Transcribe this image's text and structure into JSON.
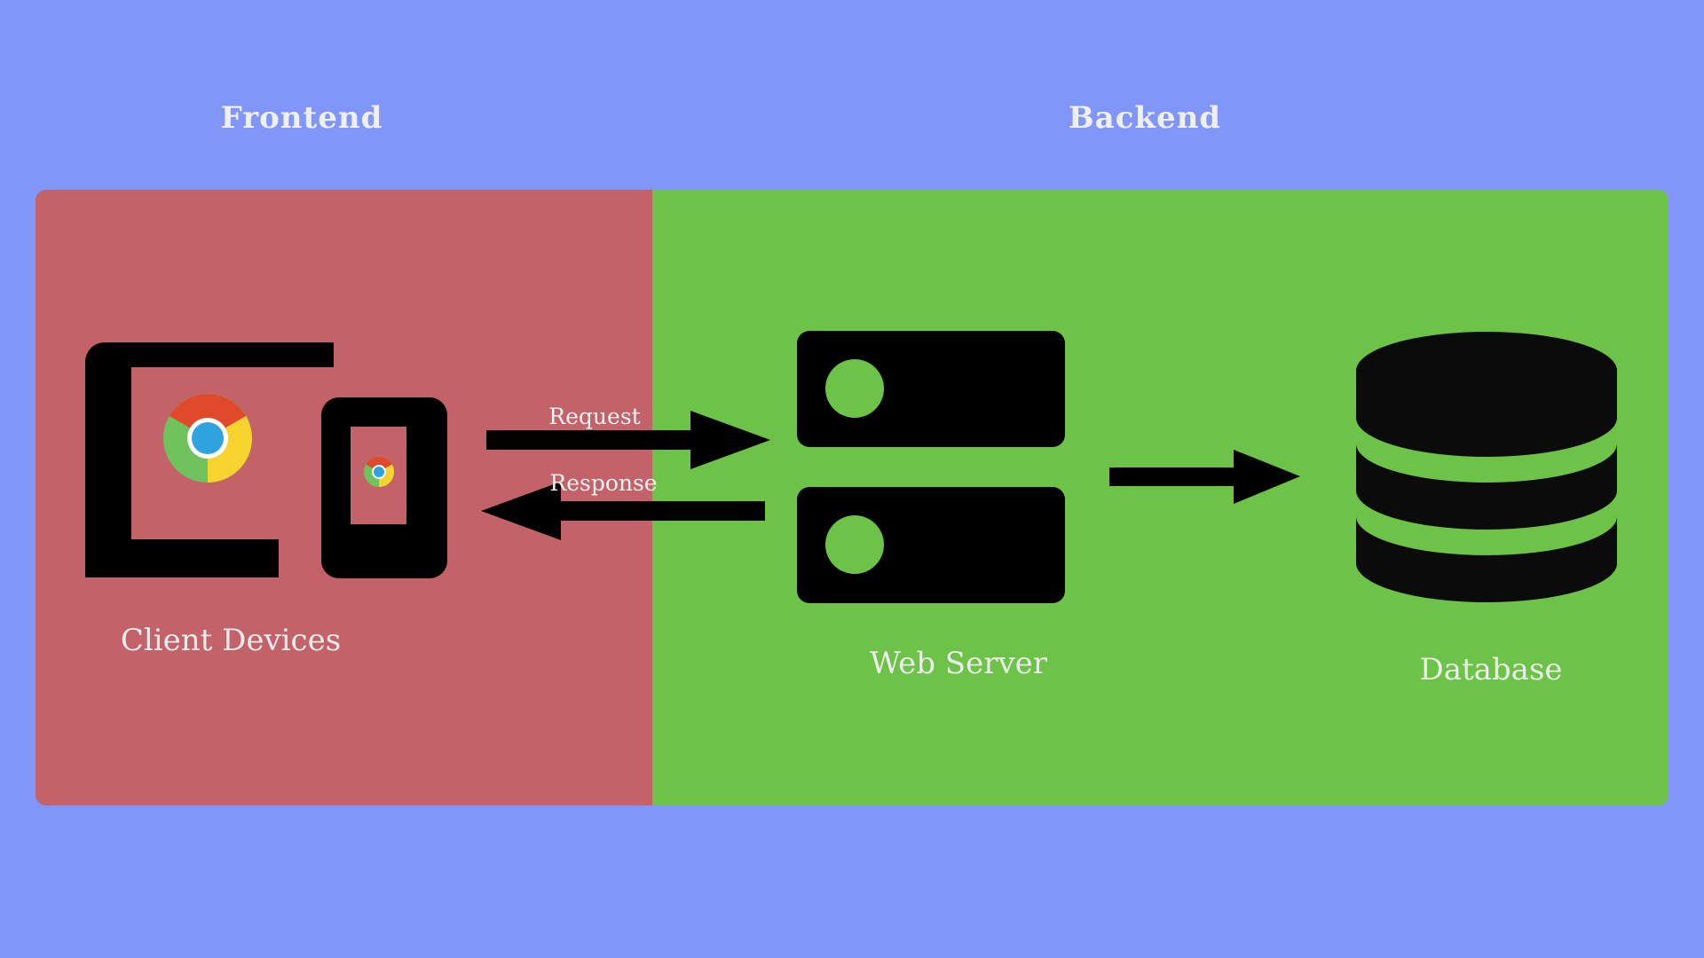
{
  "diagram": {
    "title_frontend": "Frontend",
    "title_backend": "Backend",
    "background_color": "#8096f8",
    "frontend_panel_color": "#c4626a",
    "backend_panel_color": "#6cc347",
    "label_color": "#ececec",
    "icon_color": "#000000"
  },
  "nodes": [
    {
      "id": "client-devices",
      "label": "Client Devices",
      "icons": [
        "laptop-icon",
        "phone-icon",
        "chrome-logo-icon"
      ],
      "zone": "Frontend"
    },
    {
      "id": "web-server",
      "label": "Web Server",
      "icons": [
        "server-rack-icon"
      ],
      "zone": "Backend"
    },
    {
      "id": "database",
      "label": "Database",
      "icons": [
        "database-cylinder-icon"
      ],
      "zone": "Backend"
    }
  ],
  "flows": [
    {
      "id": "request",
      "label": "Request",
      "from": "client-devices",
      "to": "web-server",
      "direction": "right"
    },
    {
      "id": "response",
      "label": "Response",
      "from": "web-server",
      "to": "client-devices",
      "direction": "left"
    },
    {
      "id": "server-to-database",
      "label": "",
      "from": "web-server",
      "to": "database",
      "direction": "right"
    }
  ],
  "chrome_logo": {
    "red": "#e04a2b",
    "yellow": "#f7d32e",
    "green": "#6fc25c",
    "blue": "#2fa3e0",
    "ring": "#ffffff"
  }
}
